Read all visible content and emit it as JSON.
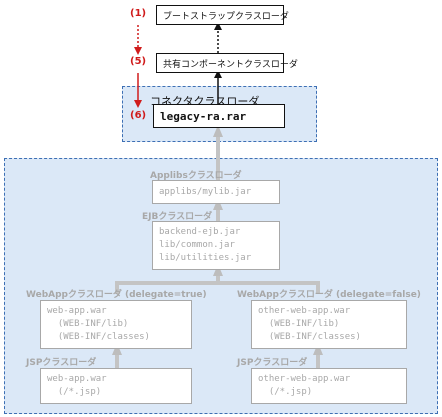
{
  "top": {
    "step1": "(1)",
    "bootstrap_loader": "ブートストラップクラスローダ",
    "step5": "(5)",
    "shared_loader": "共有コンポーネントクラスローダ",
    "step6": "(6)",
    "connector_loader": "コネクタクラスローダ",
    "legacy_archive": "legacy-ra.rar"
  },
  "app": {
    "applibs_label": "Applibsクラスローダ",
    "applibs_jar": "applibs/mylib.jar",
    "ejb_label": "EJBクラスローダ",
    "ejb_jars": "backend-ejb.jar\nlib/common.jar\nlib/utilities.jar",
    "webapp_left_label_main": "WebAppクラスローダ",
    "webapp_left_label_delegate": " (delegate=true)",
    "webapp_left_contents": "web-app.war\n  (WEB-INF/lib)\n  (WEB-INF/classes)",
    "webapp_right_label_main": "WebAppクラスローダ",
    "webapp_right_label_delegate": " (delegate=false)",
    "webapp_right_contents": "other-web-app.war\n  (WEB-INF/lib)\n  (WEB-INF/classes)",
    "jsp_left_label": "JSPクラスローダ",
    "jsp_left_contents": "web-app.war\n  (/*.jsp)",
    "jsp_right_label": "JSPクラスローダ",
    "jsp_right_contents": "other-web-app.war\n  (/*.jsp)"
  },
  "colors": {
    "step_red": "#d01c1c",
    "region_fill": "#dbe8f7",
    "region_border": "#3d6fb4",
    "gray": "#a8a8a8"
  }
}
